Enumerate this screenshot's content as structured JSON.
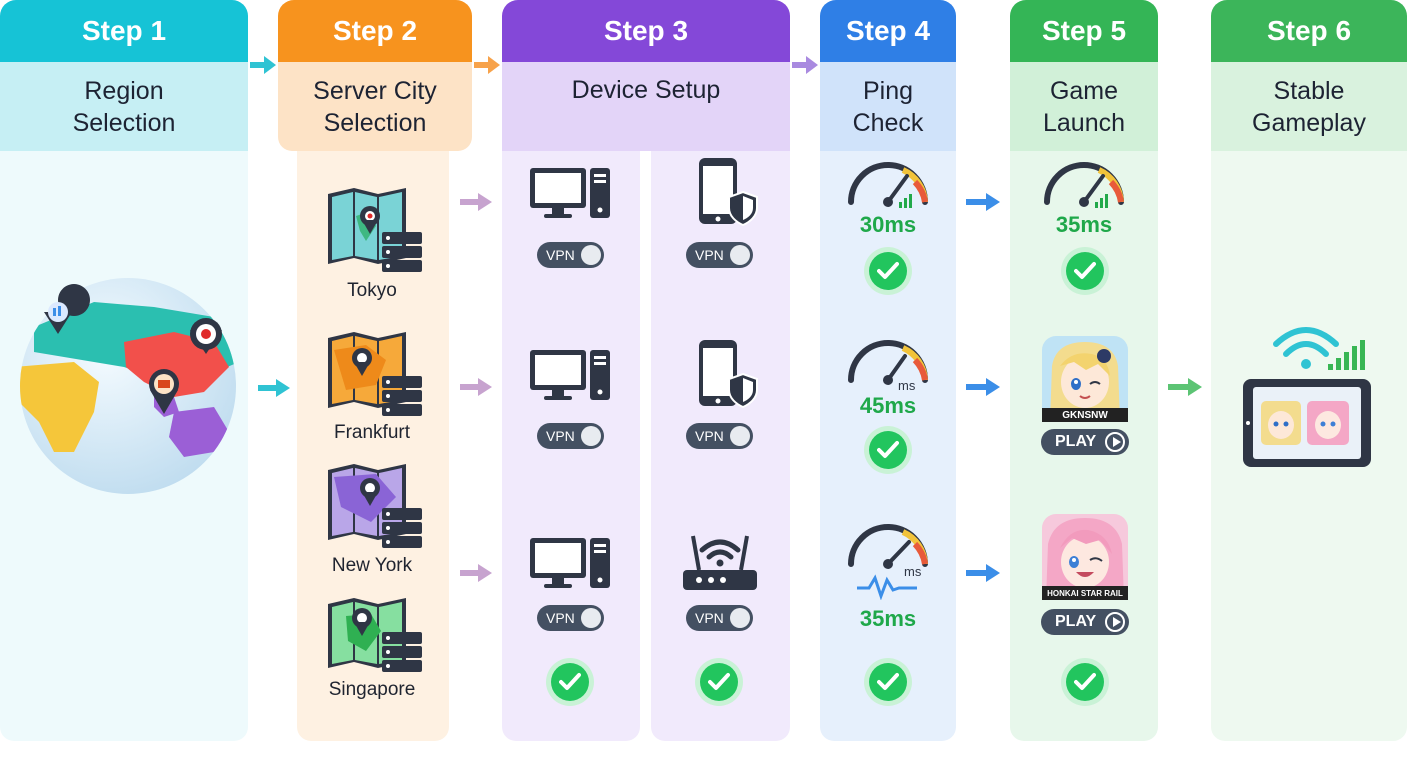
{
  "steps": [
    {
      "label": "Step 1",
      "title_lines": [
        "Region",
        "Selection"
      ],
      "color": "#16c3d6",
      "sub_bg": "#c6eff4",
      "body_bg": "#eefafc"
    },
    {
      "label": "Step 2",
      "title_lines": [
        "Server City",
        "Selection"
      ],
      "color": "#f7931e",
      "sub_bg": "#fde3c6",
      "body_bg": "#fef1e2"
    },
    {
      "label": "Step 3",
      "title_lines": [
        "Device Setup"
      ],
      "color": "#8448d8",
      "sub_bg": "#e3d4f8",
      "body_bg": "#f1eafc"
    },
    {
      "label": "Step 4",
      "title_lines": [
        "Ping",
        "Check"
      ],
      "color": "#2f7fe6",
      "sub_bg": "#d0e3fa",
      "body_bg": "#e6f0fc"
    },
    {
      "label": "Step 5",
      "title_lines": [
        "Game",
        "Launch"
      ],
      "color": "#34b556",
      "sub_bg": "#d1f0d8",
      "body_bg": "#e7f7eb"
    },
    {
      "label": "Step 6",
      "title_lines": [
        "Stable",
        "Gameplay"
      ],
      "color": "#3cb55a",
      "sub_bg": "#d9f2de",
      "body_bg": "#eef9f0"
    }
  ],
  "cities": [
    "Tokyo",
    "Frankfurt",
    "New York",
    "Singapore"
  ],
  "vpn_label": "VPN",
  "pings": [
    {
      "value": "30ms",
      "unit": ""
    },
    {
      "value": "45ms",
      "unit": "ms"
    },
    {
      "value": "35ms",
      "unit": "ms"
    }
  ],
  "launch_ping": "35ms",
  "games": [
    {
      "icon_label": "GKNSNW",
      "button": "PLAY"
    },
    {
      "icon_label": "HONKAI STAR RAIL",
      "button": "PLAY"
    }
  ],
  "colors": {
    "check_green": "#22c55e",
    "ping_green": "#1fa84a",
    "dark_icon": "#2f3645",
    "arrow_teal": "#2fc3d3",
    "arrow_orange": "#f7a24a",
    "arrow_purple": "#a98ae0",
    "arrow_blue": "#3b8ee8",
    "arrow_green": "#5cc474"
  }
}
